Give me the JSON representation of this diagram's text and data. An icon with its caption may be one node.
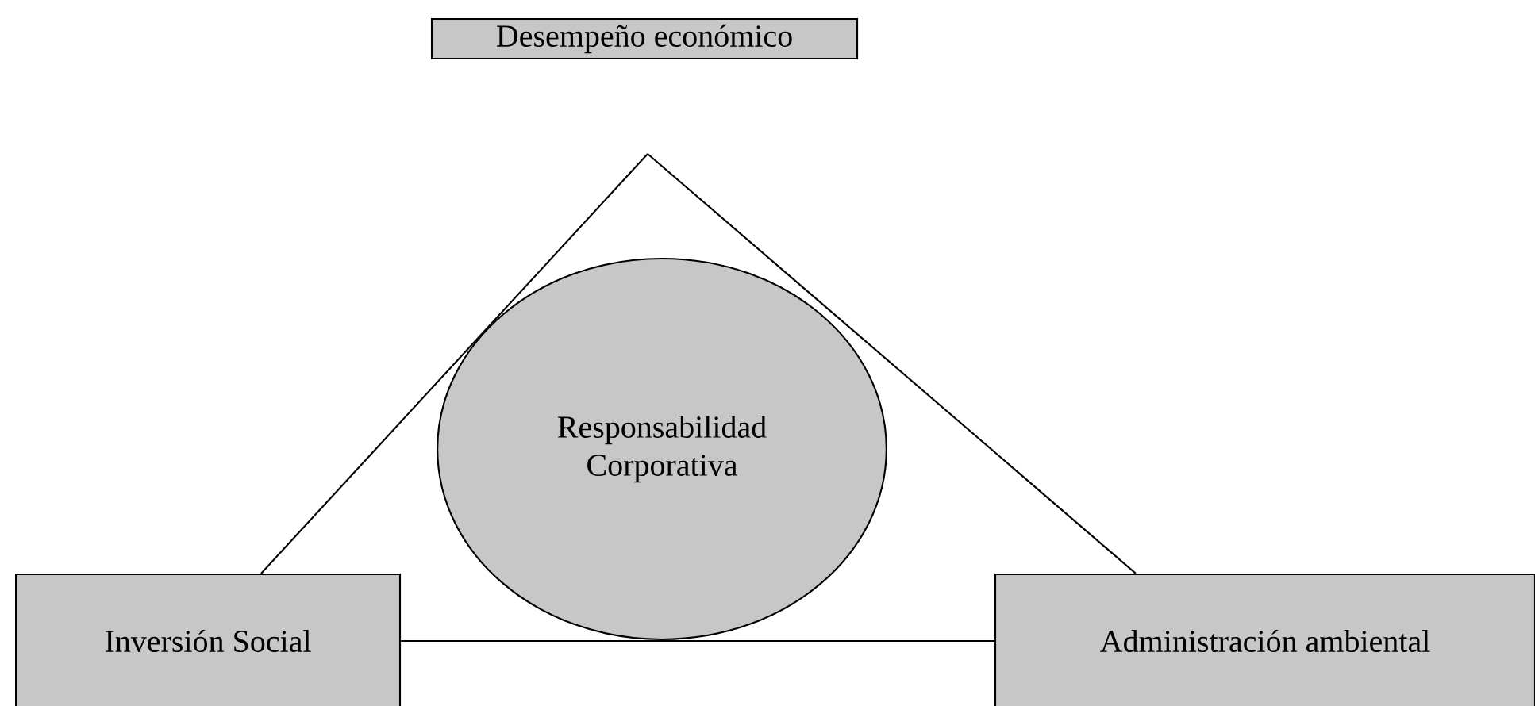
{
  "diagram": {
    "nodes": [
      {
        "text": [
          "Desempeño económico"
        ]
      },
      {
        "text": [
          "Responsabilidad Corporativa"
        ]
      },
      {
        "text": [
          "Inversión Social"
        ]
      },
      {
        "text": [
          "Administración ambiental"
        ]
      }
    ],
    "edges": [
      {
        "from": null,
        "to": 2,
        "arrow": "none"
      },
      {
        "from": null,
        "to": 3,
        "arrow": "none"
      },
      {
        "from": 2,
        "to": 3,
        "arrow": "none"
      }
    ]
  }
}
